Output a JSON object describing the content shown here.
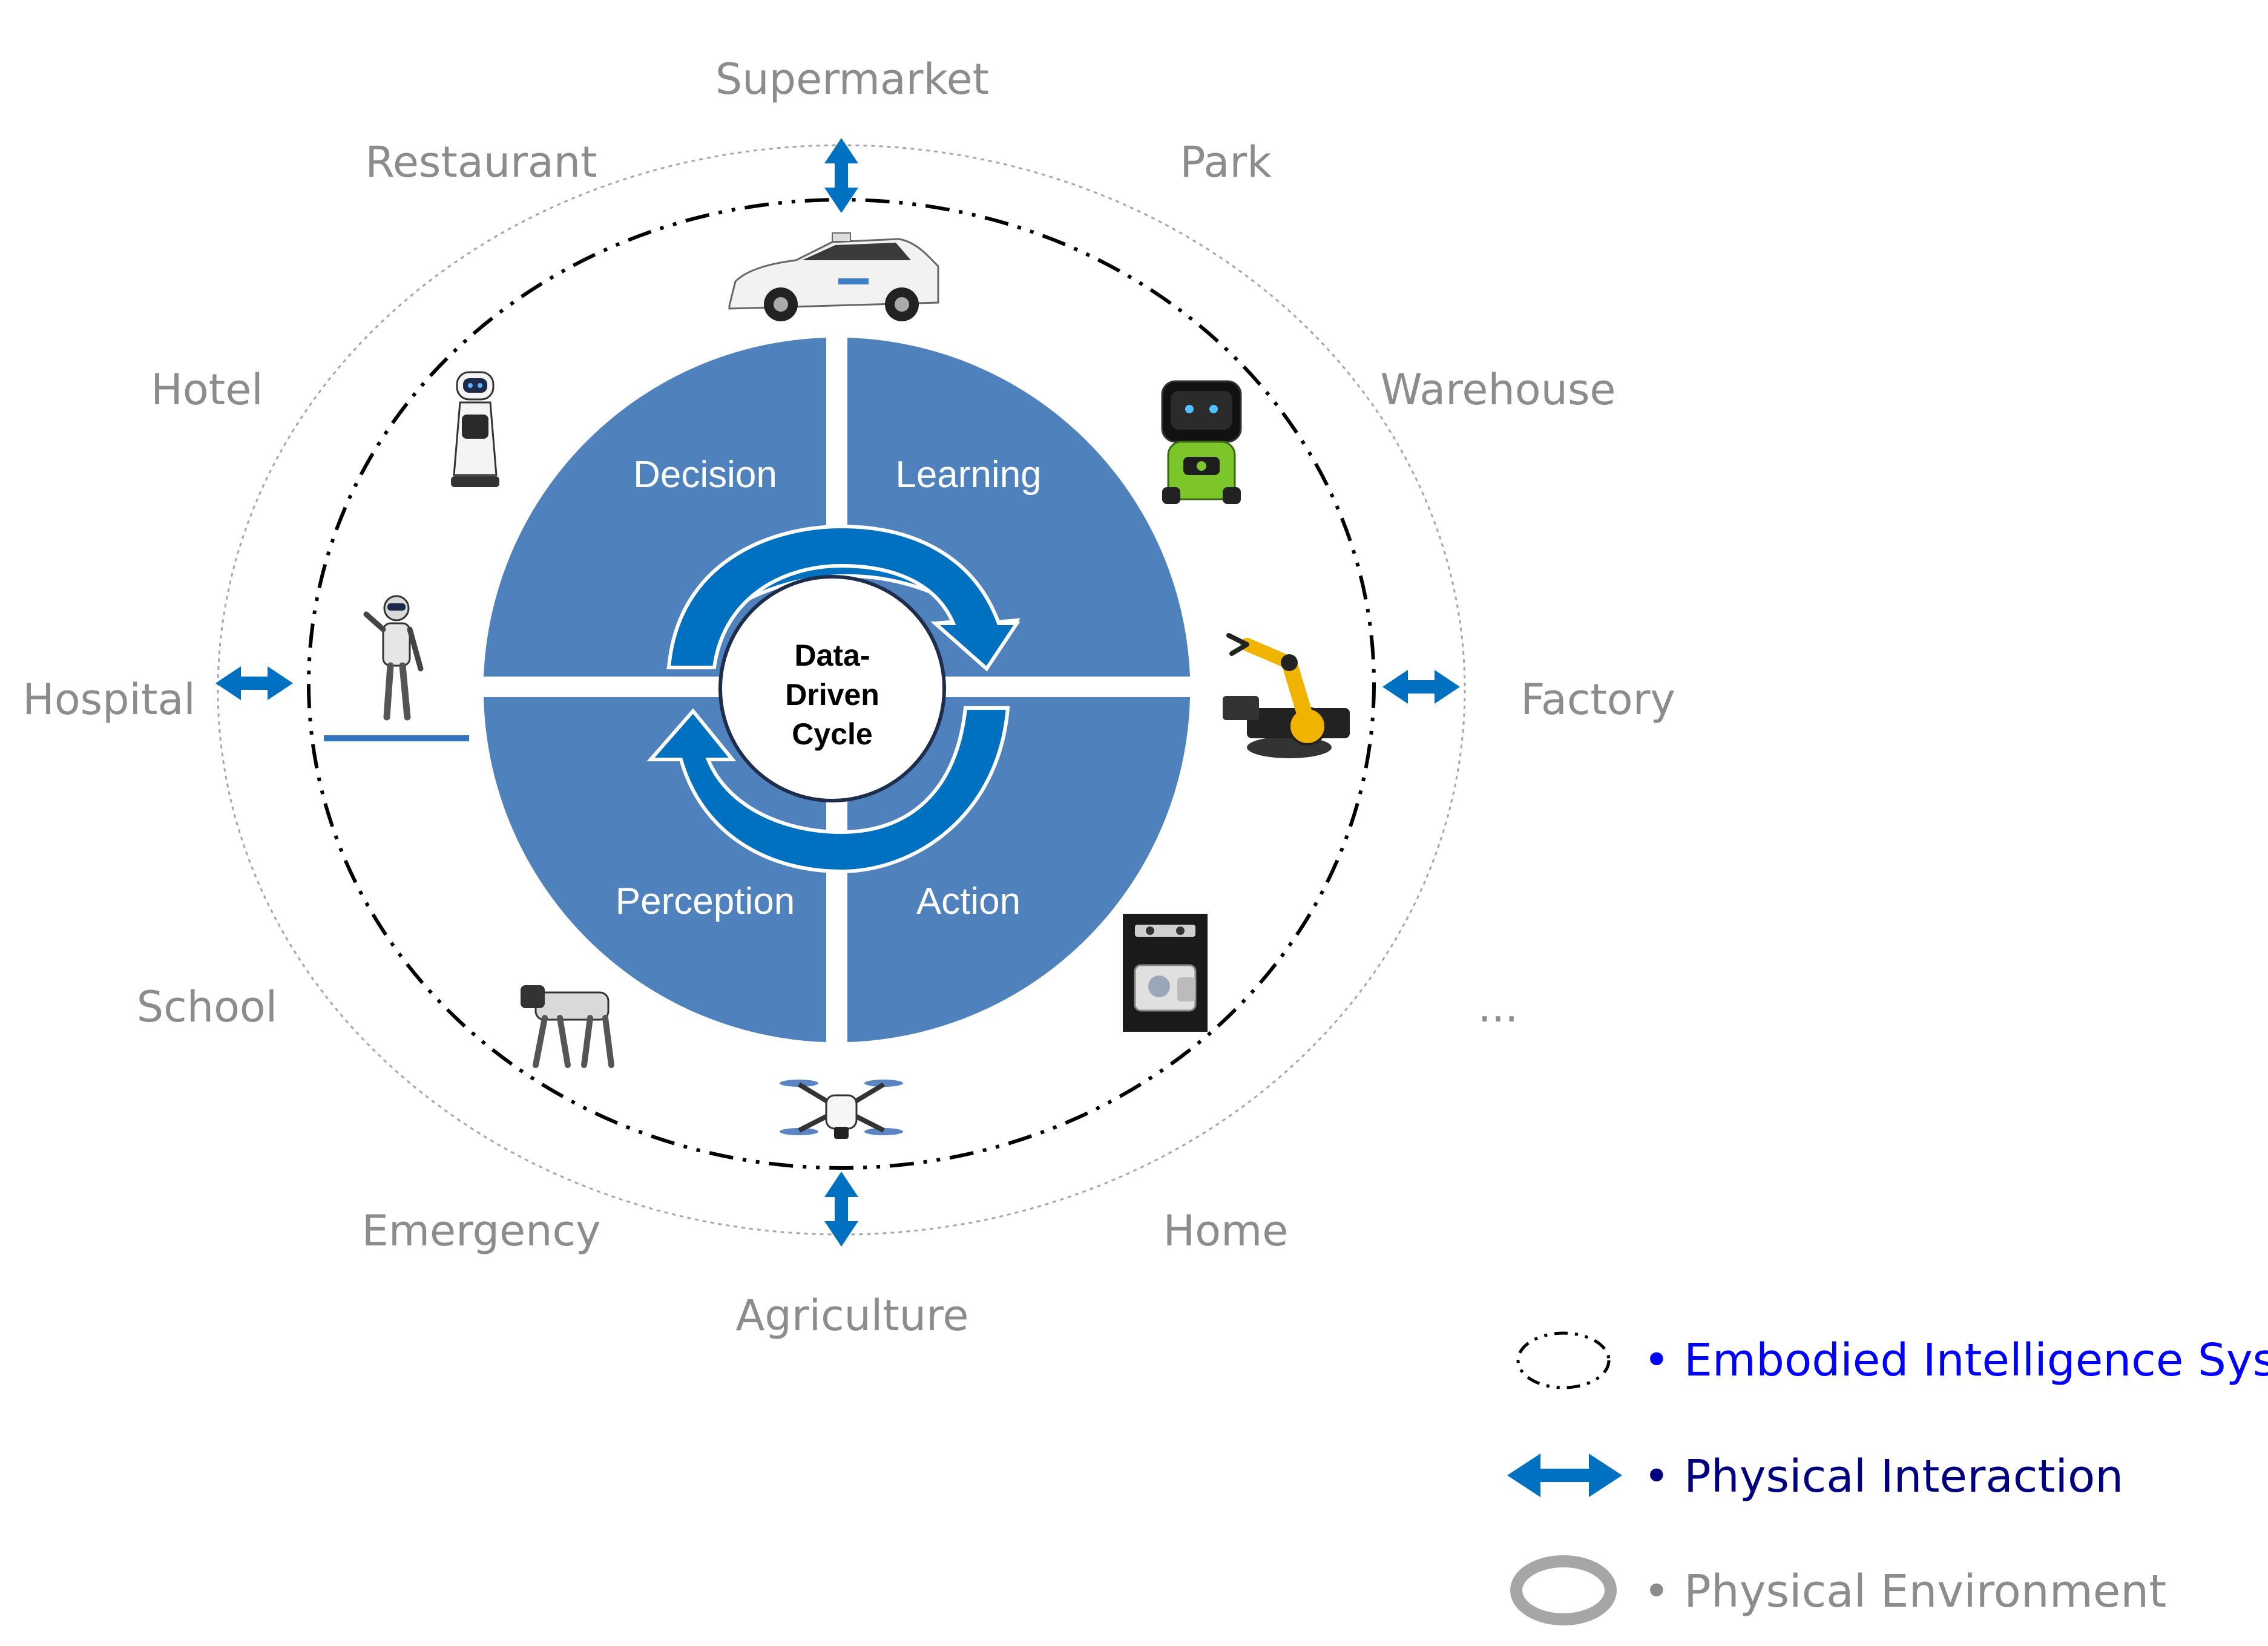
{
  "colors": {
    "quadrant": "#4f81bd",
    "cycle_arrow": "#0070c0",
    "interaction_arrow": "#0070c0",
    "environment_text": "#8c8c8c",
    "environment_ring": "#a6a6a6",
    "system_ring": "#000000",
    "legend_system_text": "#0000ff",
    "legend_interaction_text": "#000080",
    "legend_environment_text": "#8c8c8c"
  },
  "environments": {
    "supermarket": "Supermarket",
    "restaurant": "Restaurant",
    "park": "Park",
    "hotel": "Hotel",
    "warehouse": "Warehouse",
    "hospital": "Hospital",
    "factory": "Factory",
    "school": "School",
    "more": "...",
    "emergency": "Emergency",
    "home": "Home",
    "agriculture": "Agriculture"
  },
  "quadrants": {
    "decision": "Decision",
    "learning": "Learning",
    "perception": "Perception",
    "action": "Action"
  },
  "center": {
    "line1": "Data-",
    "line2": "Driven",
    "line3": "Cycle"
  },
  "icons": [
    "autonomous-car-icon",
    "service-robot-icon",
    "toy-robot-icon",
    "humanoid-robot-icon",
    "robotic-arm-icon",
    "robot-dog-icon",
    "manipulator-robot-icon",
    "drone-icon"
  ],
  "legend": {
    "system": "• Embodied Intelligence System",
    "interaction": "• Physical Interaction",
    "environment": "• Physical Environment"
  }
}
